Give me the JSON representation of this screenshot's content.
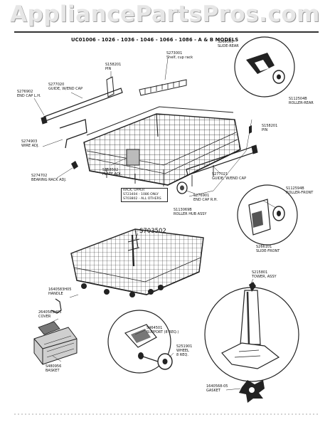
{
  "watermark": "AppliancePartsPros.com",
  "models_heading": "UC01006 - 1026 - 1036 - 1046 - 1066 - 1086 - A & B MODELS",
  "callouts": [
    {
      "id": "s1",
      "part": "S266501",
      "desc": "SLIDE-REAR"
    },
    {
      "id": "s2",
      "part": "S273001",
      "desc": "Shelf, cup rack"
    },
    {
      "id": "s3",
      "part": "S158201",
      "desc": "PIN"
    },
    {
      "id": "s4",
      "part": "S277020",
      "desc": "GUIDE, W/END CAP"
    },
    {
      "id": "s5",
      "part": "S276902",
      "desc": "END CAP L.H."
    },
    {
      "id": "s6",
      "part": "S112504B",
      "desc": "ROLLER-REAR"
    },
    {
      "id": "s7",
      "part": "S158201",
      "desc": "PIN"
    },
    {
      "id": "s8",
      "part": "S274903",
      "desc": "WIRE ADJ."
    },
    {
      "id": "s9",
      "part": "S158502",
      "desc": "PLATE ADJ."
    },
    {
      "id": "s10",
      "part": "S274702",
      "desc": "BEARING RACK ADJ."
    },
    {
      "id": "s11",
      "part": "S277021",
      "desc": "GUIDE, W/END CAP"
    },
    {
      "id": "s12",
      "part": "S276901",
      "desc": "END CAP R.H."
    },
    {
      "id": "s13",
      "part": "S112594B",
      "desc": "ROLLER-FRONT"
    },
    {
      "id": "s14",
      "part": "S113069B",
      "desc": "ROLLER HUB ASSY"
    },
    {
      "id": "s15",
      "part": "S266101",
      "desc": "SLIDE-FRONT"
    },
    {
      "id": "s16",
      "part": "1640583H05",
      "desc": "HANDLE"
    },
    {
      "id": "s17",
      "part": "S215801",
      "desc": "TOWER, ASSY"
    },
    {
      "id": "s18",
      "part": "2640583H05",
      "desc": "COVER"
    },
    {
      "id": "s19",
      "part": "S464501",
      "desc": "SUPPORT (8 REQ.)"
    },
    {
      "id": "s20",
      "part": "S480956",
      "desc": "BASKET"
    },
    {
      "id": "s21",
      "part": "S251901",
      "desc": "WHEEL",
      "qty": "8 REQ."
    },
    {
      "id": "s22",
      "part": "1640568-05",
      "desc": "GASKET"
    }
  ],
  "rack_note": [
    "RACK, UPPER",
    "S723404 - 1086 ONLY",
    "S703802 - ALL OTHERS"
  ],
  "lower_rack_part": "S703502"
}
